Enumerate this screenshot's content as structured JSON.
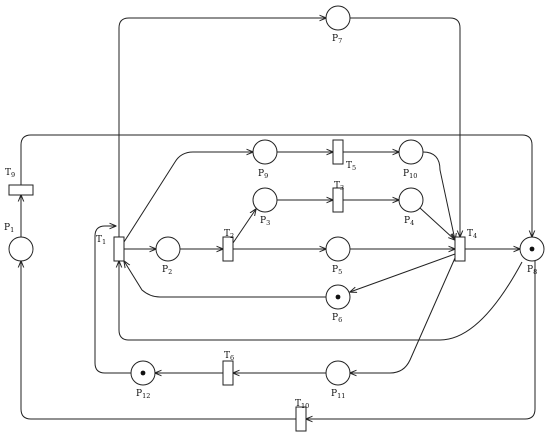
{
  "diagram": {
    "type": "petri-net",
    "places": [
      {
        "id": "P1",
        "label": "P",
        "sub": "1",
        "tokens": 0
      },
      {
        "id": "P2",
        "label": "P",
        "sub": "2",
        "tokens": 0
      },
      {
        "id": "P3",
        "label": "P",
        "sub": "3",
        "tokens": 0
      },
      {
        "id": "P4",
        "label": "P",
        "sub": "4",
        "tokens": 0
      },
      {
        "id": "P5",
        "label": "P",
        "sub": "5",
        "tokens": 0
      },
      {
        "id": "P6",
        "label": "P",
        "sub": "6",
        "tokens": 1
      },
      {
        "id": "P7",
        "label": "P",
        "sub": "7",
        "tokens": 0
      },
      {
        "id": "P8",
        "label": "P",
        "sub": "8",
        "tokens": 1
      },
      {
        "id": "P9",
        "label": "P",
        "sub": "9",
        "tokens": 0
      },
      {
        "id": "P10",
        "label": "P",
        "sub": "10",
        "tokens": 0
      },
      {
        "id": "P11",
        "label": "P",
        "sub": "11",
        "tokens": 0
      },
      {
        "id": "P12",
        "label": "P",
        "sub": "12",
        "tokens": 1
      }
    ],
    "transitions": [
      {
        "id": "T1",
        "label": "T",
        "sub": "1"
      },
      {
        "id": "T2",
        "label": "T",
        "sub": "2"
      },
      {
        "id": "T3",
        "label": "T",
        "sub": "3"
      },
      {
        "id": "T4",
        "label": "T",
        "sub": "4"
      },
      {
        "id": "T5",
        "label": "T",
        "sub": "5"
      },
      {
        "id": "T6",
        "label": "T",
        "sub": "6"
      },
      {
        "id": "T9",
        "label": "T",
        "sub": "9"
      },
      {
        "id": "T10",
        "label": "T",
        "sub": "10"
      }
    ],
    "arcs": [
      {
        "from": "T1",
        "to": "P7"
      },
      {
        "from": "P7",
        "to": "T4"
      },
      {
        "from": "T1",
        "to": "P9"
      },
      {
        "from": "P9",
        "to": "T5"
      },
      {
        "from": "T5",
        "to": "P10"
      },
      {
        "from": "P10",
        "to": "T4"
      },
      {
        "from": "T1",
        "to": "P2"
      },
      {
        "from": "P2",
        "to": "T2"
      },
      {
        "from": "T2",
        "to": "P3"
      },
      {
        "from": "P3",
        "to": "T3"
      },
      {
        "from": "T3",
        "to": "P4"
      },
      {
        "from": "P4",
        "to": "T4"
      },
      {
        "from": "T2",
        "to": "P5"
      },
      {
        "from": "P5",
        "to": "T4"
      },
      {
        "from": "T4",
        "to": "P6"
      },
      {
        "from": "P6",
        "to": "T1"
      },
      {
        "from": "T4",
        "to": "P8"
      },
      {
        "from": "P8",
        "to": "T1"
      },
      {
        "from": "T4",
        "to": "P11"
      },
      {
        "from": "P11",
        "to": "T6"
      },
      {
        "from": "T6",
        "to": "P12"
      },
      {
        "from": "P12",
        "to": "T1"
      },
      {
        "from": "P8",
        "to": "T10"
      },
      {
        "from": "T10",
        "to": "P1"
      },
      {
        "from": "P1",
        "to": "T9"
      },
      {
        "from": "T9",
        "to": "P8"
      }
    ]
  }
}
